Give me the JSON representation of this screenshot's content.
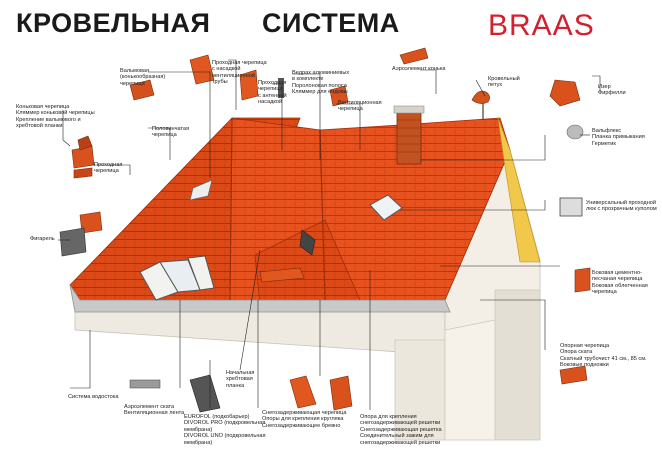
{
  "header": {
    "title_left": "КРОВЕЛЬНАЯ",
    "title_right": "СИСТЕМА",
    "brand": "BRAAS"
  },
  "colors": {
    "roof": "#e8521f",
    "roof_dark": "#c43f14",
    "brand": "#d2202e"
  },
  "callouts": {
    "val": [
      "Вальмовая",
      "(конькообразная)",
      "черепица"
    ],
    "pipe_vent": [
      "Проходная черепица",
      "с насадкой",
      "вентиляционной",
      "трубы"
    ],
    "antenna": [
      "Проходная",
      "черепица",
      "с антенной",
      "насадкой"
    ],
    "aluminum": [
      "Ведрах алюминиевых",
      "в комплекте",
      "Поролоновая полоса",
      "Кляммер для ендовы"
    ],
    "ventilation": [
      "Вентиляционная",
      "черепица"
    ],
    "ridge_aero": [
      "Аэроэлемент конька"
    ],
    "chimney": [
      "Кровельный",
      "петух"
    ],
    "izer": [
      "Изер",
      "Фирфелли"
    ],
    "left_top": [
      "Коньковая черепица",
      "Кляммер коньковой черепицы",
      "Крепление вальмового и",
      "хребтовой планки"
    ],
    "half_tile": [
      "Половинчатая",
      "черепица"
    ],
    "pass_tile": [
      "Проходная",
      "черепица"
    ],
    "right_tape": [
      "Вальфлекс",
      "Планка примыкания",
      "Герметик"
    ],
    "universal": [
      "Универсальный проходной",
      "люк с прозрачным куполом"
    ],
    "fillet": [
      "Фигарель"
    ],
    "side": [
      "Боковая цементно-",
      "песчаная черепица",
      "Боковая облегченная",
      "черепица"
    ],
    "support": [
      "Опорная черепица",
      "Опора ската",
      "Скатный трубочист 41 см., 85 см.",
      "Боковые подножки"
    ],
    "drain": [
      "Система водостока"
    ],
    "aeroelement": [
      "Аэроэлемент ската",
      "Вентиляционная лента"
    ],
    "eurofol": [
      "EUROFOL (подкобарьер)",
      "DIVOROL PRO (подкровельная",
      "мембрана)",
      "DIVOROL UNO (подкровельная",
      "мембрана)"
    ],
    "ridge_strip": [
      "Начальная",
      "хребтовая",
      "планка"
    ],
    "snow": [
      "Снегозадерживающая черепица",
      "Опоры для крепления кругляка",
      "Снегозадерживающее бревно"
    ],
    "snow_guard": [
      "Опора для крепления",
      "снегозадерживающей решетки",
      "Снегозадерживающая решетка",
      "Соединительный зажим для",
      "снегозадерживающей решетки"
    ]
  }
}
